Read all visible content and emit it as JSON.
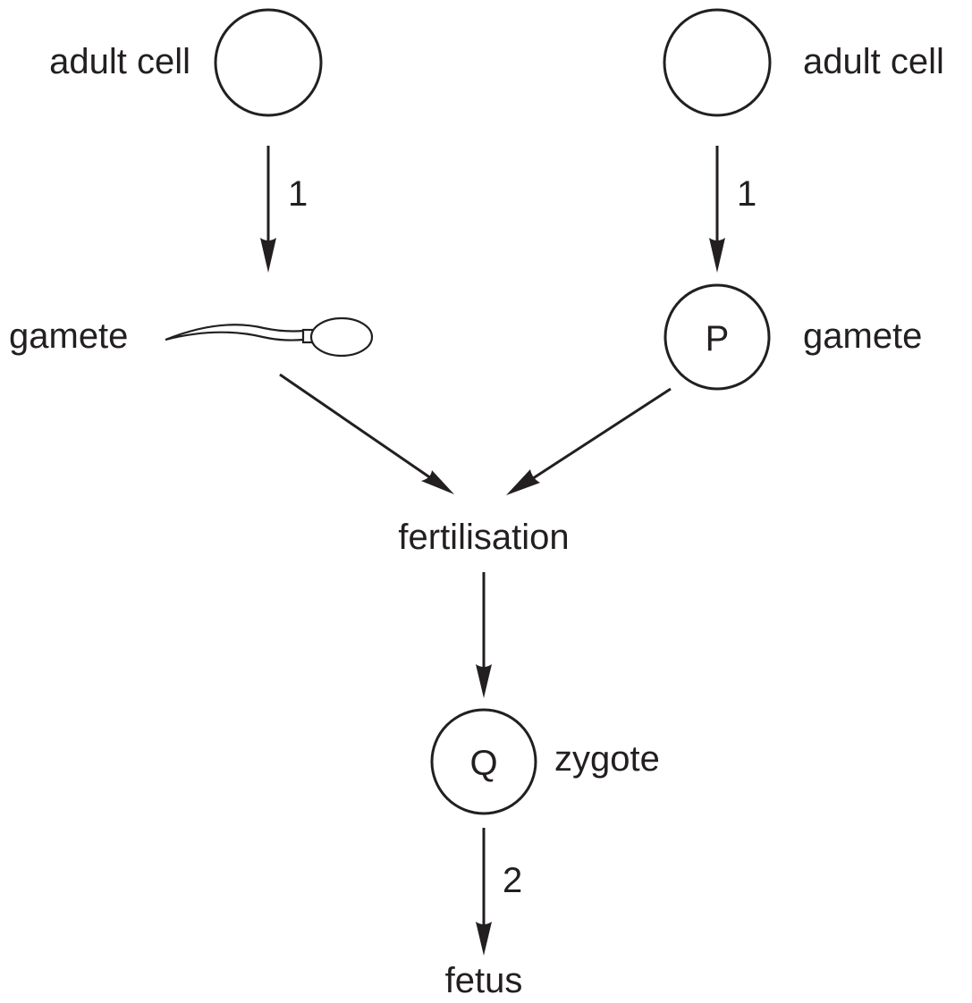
{
  "labels": {
    "left_adult_cell": "adult cell",
    "right_adult_cell": "adult cell",
    "left_gamete": "gamete",
    "right_gamete": "gamete",
    "left_step": "1",
    "right_step": "1",
    "cell_p": "P",
    "fertilisation": "fertilisation",
    "cell_q": "Q",
    "zygote": "zygote",
    "development_step": "2",
    "fetus": "fetus"
  },
  "colors": {
    "ink": "#231f20",
    "background": "#ffffff"
  },
  "icons": {
    "left_gamete": "sperm-cell-icon"
  }
}
